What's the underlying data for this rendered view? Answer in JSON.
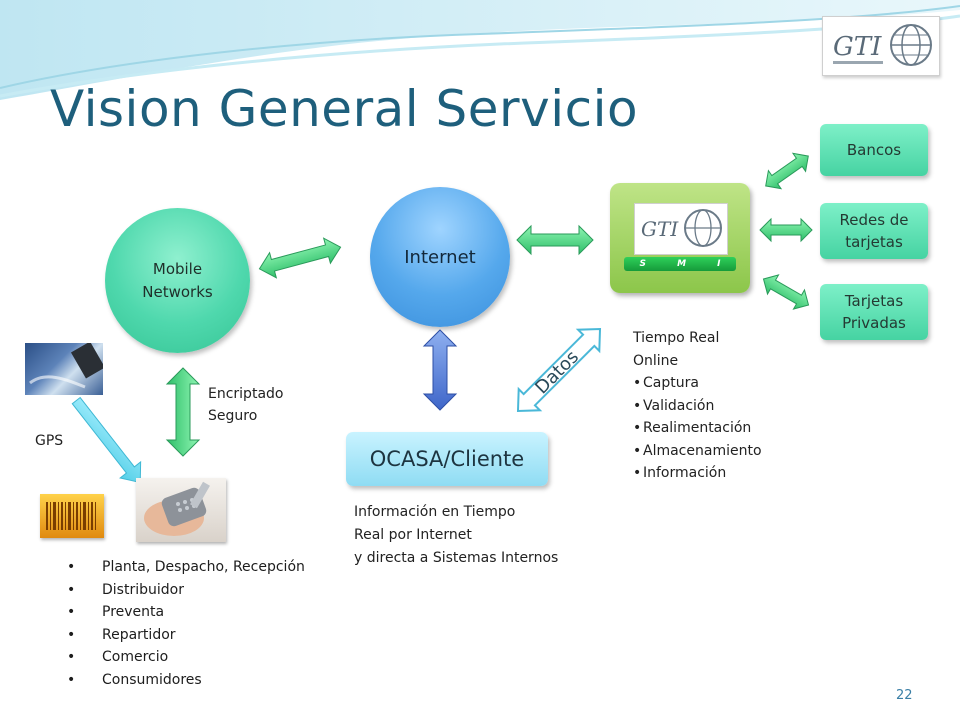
{
  "slide": {
    "title": "Vision General Servicio",
    "page_number": "22"
  },
  "logo": {
    "alt": "GTI logo"
  },
  "nodes": {
    "mobile_networks": "Mobile\nNetworks",
    "internet": "Internet",
    "ocasa": "OCASA/Cliente",
    "bancos": "Bancos",
    "redes": "Redes de\ntarjetas",
    "tarjetas": "Tarjetas\nPrivadas",
    "smi_letters": [
      "S",
      "M",
      "I"
    ]
  },
  "labels": {
    "encriptado": "Encriptado\nSeguro",
    "gps": "GPS",
    "datos": "Datos",
    "informacion_tiempo": "Información en Tiempo\nReal por Internet\ny directa a Sistemas Internos"
  },
  "tiempo_real": {
    "heading": "Tiempo Real\nOnline",
    "items": [
      "Captura",
      "Validación",
      "Realimentación",
      "Almacenamiento",
      "Información"
    ]
  },
  "actors": {
    "items": [
      "Planta, Despacho, Recepción",
      "Distribuidor",
      "Preventa",
      "Repartidor",
      "Comercio",
      "Consumidores"
    ]
  },
  "colors": {
    "title": "#1e5f7c",
    "green_arrow": "#4fd98a",
    "blue_arrow": "#4f7fd9",
    "cyan_arrow": "#6fdcf0"
  }
}
